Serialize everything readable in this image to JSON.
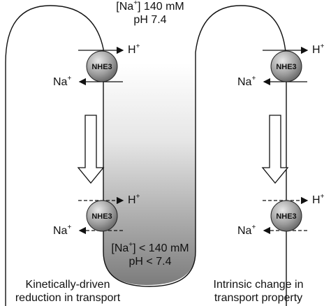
{
  "top_condition": {
    "line1_prefix": "[Na",
    "line1_sup": "+",
    "line1_suffix": "] 140 mM",
    "line2": "pH 7.4"
  },
  "bottom_condition": {
    "line1_prefix": "[Na",
    "line1_sup": "+",
    "line1_suffix": "] < 140 mM",
    "line2": "pH < 7.4"
  },
  "exchanger_label": "NHE3",
  "ions": {
    "h": "H",
    "na": "Na",
    "charge": "+"
  },
  "left_panel": {
    "caption_line1": "Kinetically-driven",
    "caption_line2": "reduction in transport"
  },
  "right_panel": {
    "caption_line1": "Intrinsic change in",
    "caption_line2": "transport property"
  },
  "colors": {
    "gradient_top": "#ffffff",
    "gradient_bottom": "#8a8a8a",
    "exchanger_fill": "#9a9a9a"
  }
}
